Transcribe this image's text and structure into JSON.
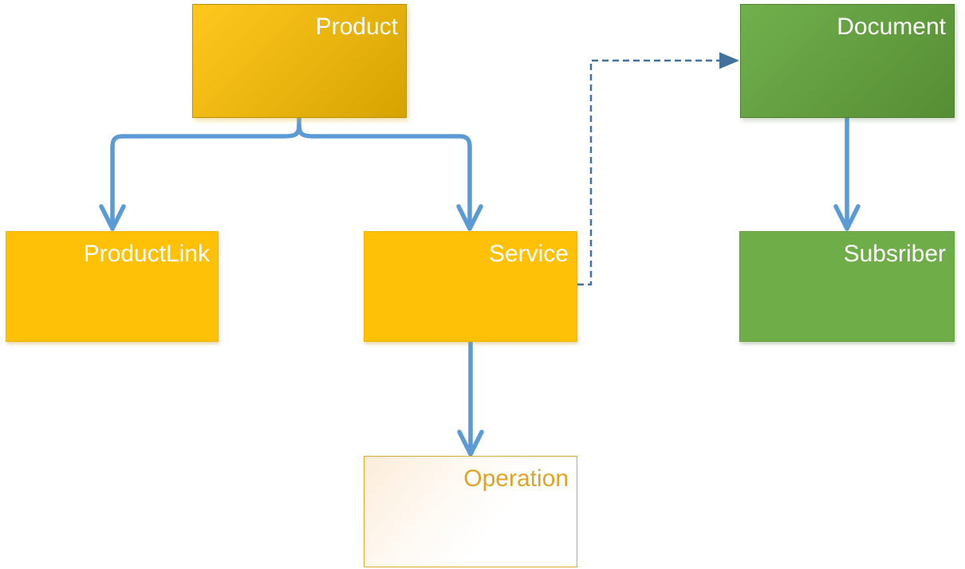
{
  "colors": {
    "arrow-blue": "#5B9BD5",
    "dashed-blue": "#41719C",
    "amber": "#FFC008",
    "amber-light": "#FFC81F",
    "amber-dark": "#D6A300",
    "green": "#6FAD49",
    "green-light": "#71B04D",
    "green-dark": "#568D34",
    "operation-text": "#DFA426"
  },
  "nodes": {
    "product": {
      "label": "Product"
    },
    "document": {
      "label": "Document"
    },
    "productlink": {
      "label": "ProductLink"
    },
    "service": {
      "label": "Service"
    },
    "subsriber": {
      "label": "Subsriber"
    },
    "operation": {
      "label": "Operation"
    }
  },
  "edges": [
    {
      "from": "product",
      "to": "productlink",
      "style": "solid-arrow"
    },
    {
      "from": "product",
      "to": "service",
      "style": "solid-arrow"
    },
    {
      "from": "service",
      "to": "document",
      "style": "dashed-arrow"
    },
    {
      "from": "document",
      "to": "subsriber",
      "style": "solid-arrow"
    },
    {
      "from": "service",
      "to": "operation",
      "style": "solid-arrow"
    }
  ]
}
